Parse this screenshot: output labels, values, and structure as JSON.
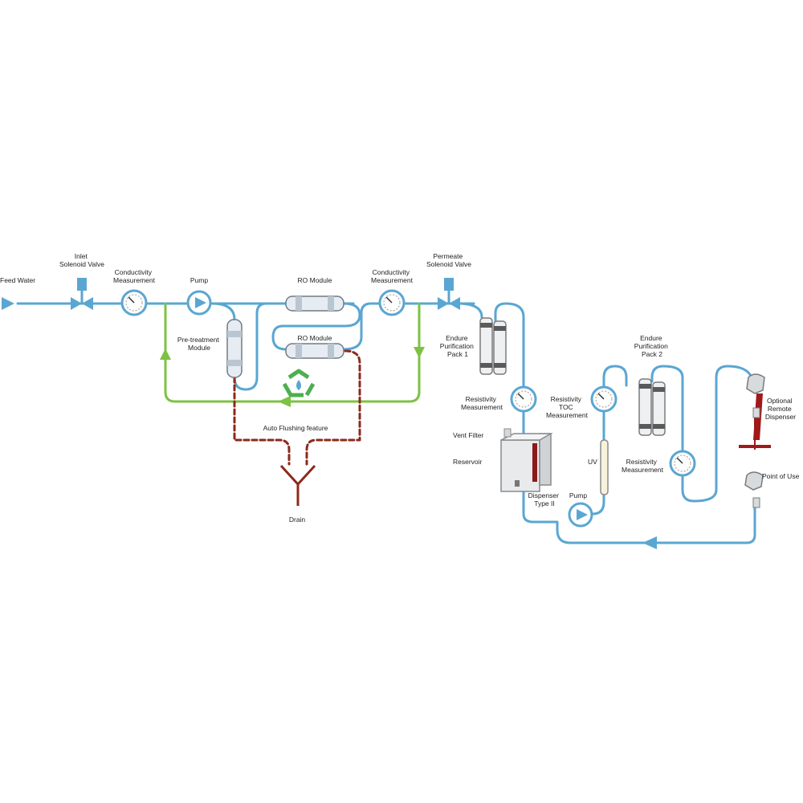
{
  "colors": {
    "water_line": "#5aa6d2",
    "recirculation_line": "#7dc242",
    "drain_line": "#8b2a1c",
    "gauge_ring": "#5aa6d2",
    "cartridge_body": "#e6ecf2",
    "reservoir_accent": "#8b1a1a",
    "dispenser_accent": "#a01818",
    "recycle_icon": "#4caf50",
    "label_text": "#222222"
  },
  "labels": {
    "feed_water": "Feed Water",
    "inlet_valve": [
      "Inlet",
      "Solenoid Valve"
    ],
    "conductivity_1": [
      "Conductivity",
      "Measurement"
    ],
    "pump_1": "Pump",
    "pretreatment": [
      "Pre-treatment",
      "Module"
    ],
    "ro_module_top": "RO Module",
    "ro_module_bottom": "RO Module",
    "conductivity_2": [
      "Conductivity",
      "Measurement"
    ],
    "permeate_valve": [
      "Permeate",
      "Solenoid Valve"
    ],
    "endure_pack_1": [
      "Endure",
      "Purification",
      "Pack 1"
    ],
    "auto_flushing": "Auto Flushing feature",
    "drain": "Drain",
    "resistivity_1": [
      "Resistivity",
      "Measurement"
    ],
    "vent_filter": "Vent Filter",
    "reservoir": "Reservoir",
    "dispenser_type2": [
      "Dispenser",
      "Type II"
    ],
    "pump_2": "Pump",
    "uv": "UV",
    "resistivity_toc": [
      "Resistivity",
      "TOC",
      "Measurement"
    ],
    "endure_pack_2": [
      "Endure",
      "Purification",
      "Pack 2"
    ],
    "resistivity_2": [
      "Resistivity",
      "Measurement"
    ],
    "optional_remote_dispenser": [
      "Optional",
      "Remote",
      "Dispenser"
    ],
    "point_of_use": "Point of Use"
  },
  "icons": {
    "recycle": "recycle-icon",
    "gauge": "gauge-icon",
    "pump": "pump-icon",
    "valve": "solenoid-valve-icon",
    "drain": "drain-icon",
    "dispenser": "dispenser-nozzle-icon"
  }
}
